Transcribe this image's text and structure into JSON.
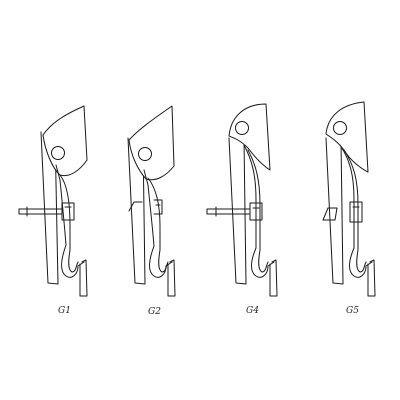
{
  "figure": {
    "background": "#ffffff",
    "stroke": "#1a1a1a",
    "labels": [
      "G1",
      "G2",
      "G4",
      "G5"
    ]
  }
}
